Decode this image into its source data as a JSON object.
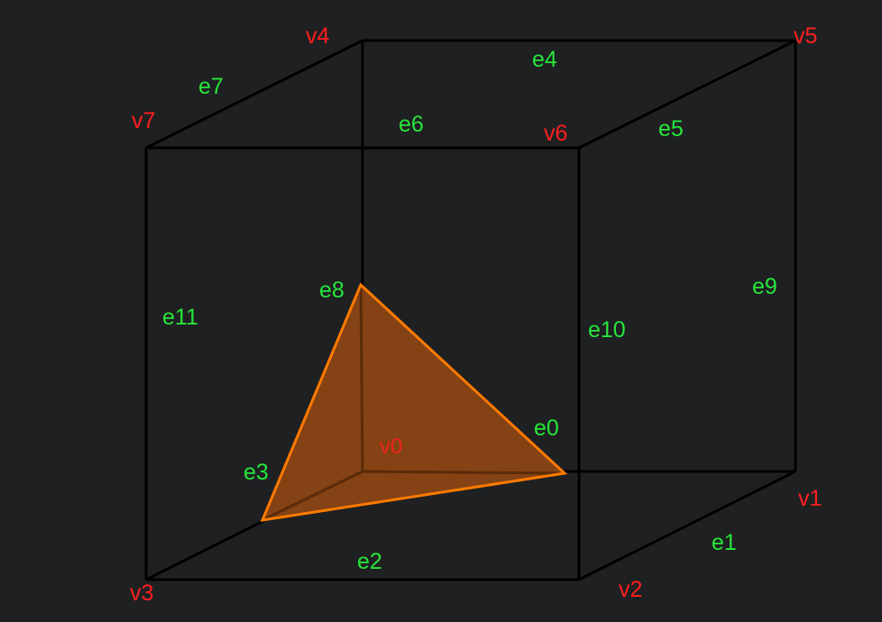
{
  "diagram": {
    "vertex_labels": {
      "v0": "v0",
      "v1": "v1",
      "v2": "v2",
      "v3": "v3",
      "v4": "v4",
      "v5": "v5",
      "v6": "v6",
      "v7": "v7"
    },
    "edge_labels": {
      "e0": "e0",
      "e1": "e1",
      "e2": "e2",
      "e3": "e3",
      "e4": "e4",
      "e5": "e5",
      "e6": "e6",
      "e7": "e7",
      "e8": "e8",
      "e9": "e9",
      "e10": "e10",
      "e11": "e11"
    },
    "colors": {
      "background": "#1f2022",
      "cube_edges": "#000000",
      "vertex_labels": "#ff1f1f",
      "edge_labels": "#27e63a",
      "triangle_fill": "#8a4515",
      "triangle_outline": "#ff7a00"
    }
  }
}
